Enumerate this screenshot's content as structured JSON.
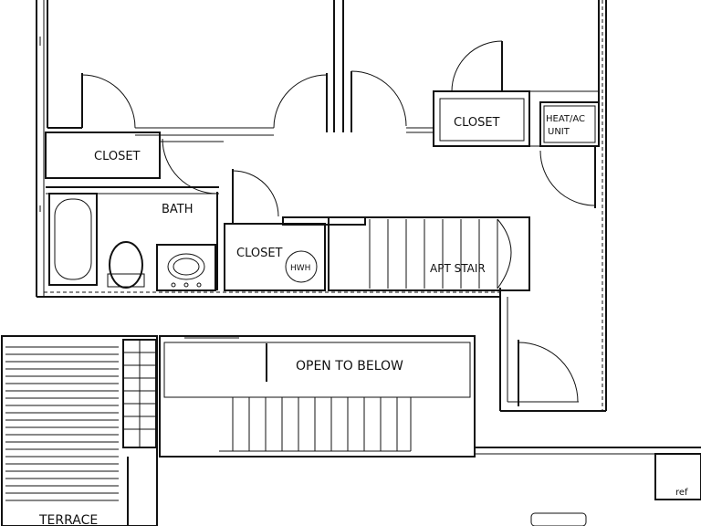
{
  "rooms": {
    "closet_left": "CLOSET",
    "closet_upper_right": "CLOSET",
    "heat_ac_line1": "HEAT/AC",
    "heat_ac_line2": "UNIT",
    "bath": "BATH",
    "closet_center": "CLOSET",
    "water_heater": "HWH",
    "apt_stair": "APT STAIR",
    "open_to_below": "OPEN TO BELOW",
    "terrace": "TERRACE",
    "refrigerator": "ref"
  }
}
